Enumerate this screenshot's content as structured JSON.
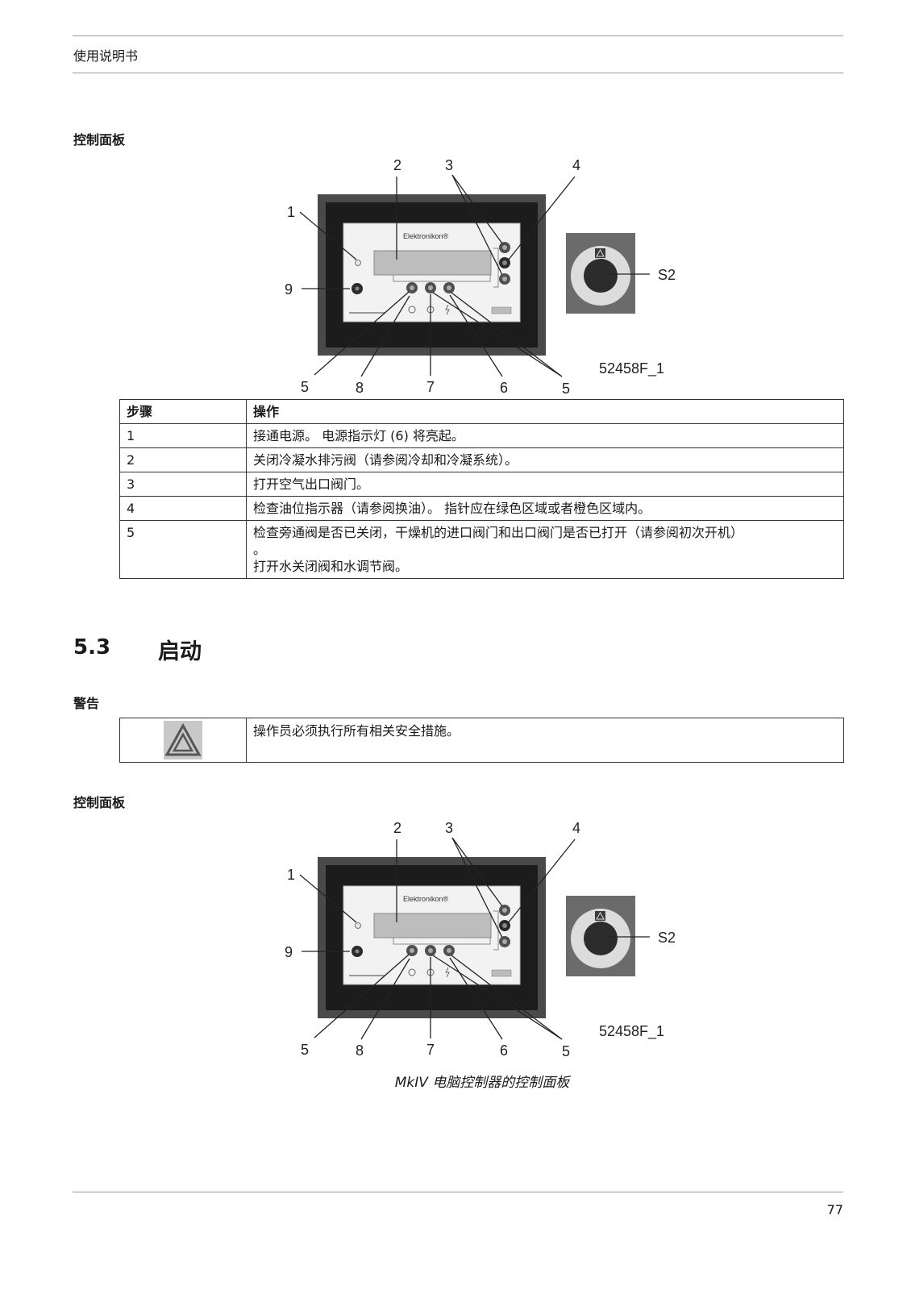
{
  "header": {
    "title": "使用说明书"
  },
  "sections": {
    "control_panel_label": "控制面板",
    "control_panel_label_2": "控制面板"
  },
  "figure": {
    "brand": "Elektronikon®",
    "code": "52458F_1",
    "s2": "S2",
    "callouts": {
      "c1": "1",
      "c2": "2",
      "c3": "3",
      "c4": "4",
      "c5": "5",
      "c6": "6",
      "c7": "7",
      "c8": "8",
      "c9": "9"
    }
  },
  "steps_table": {
    "headers": [
      "步骤",
      "操作"
    ],
    "rows": [
      {
        "step": "1",
        "action": "接通电源。 电源指示灯 (6) 将亮起。"
      },
      {
        "step": "2",
        "action": "关闭冷凝水排污阀（请参阅冷却和冷凝系统）。"
      },
      {
        "step": "3",
        "action": "打开空气出口阀门。"
      },
      {
        "step": "4",
        "action": "检查油位指示器（请参阅换油）。 指针应在绿色区域或者橙色区域内。"
      },
      {
        "step": "5",
        "action": "检查旁通阀是否已关闭，干燥机的进口阀门和出口阀门是否已打开（请参阅初次开机）",
        "action_line2": "。",
        "action_line3": "打开水关闭阀和水调节阀。"
      }
    ]
  },
  "startup": {
    "number": "5.3",
    "title": "启动",
    "warning_label": "警告",
    "warning_text": "操作员必须执行所有相关安全措施。"
  },
  "figure_caption": "MkIV 电脑控制器的控制面板",
  "page_number": "77"
}
